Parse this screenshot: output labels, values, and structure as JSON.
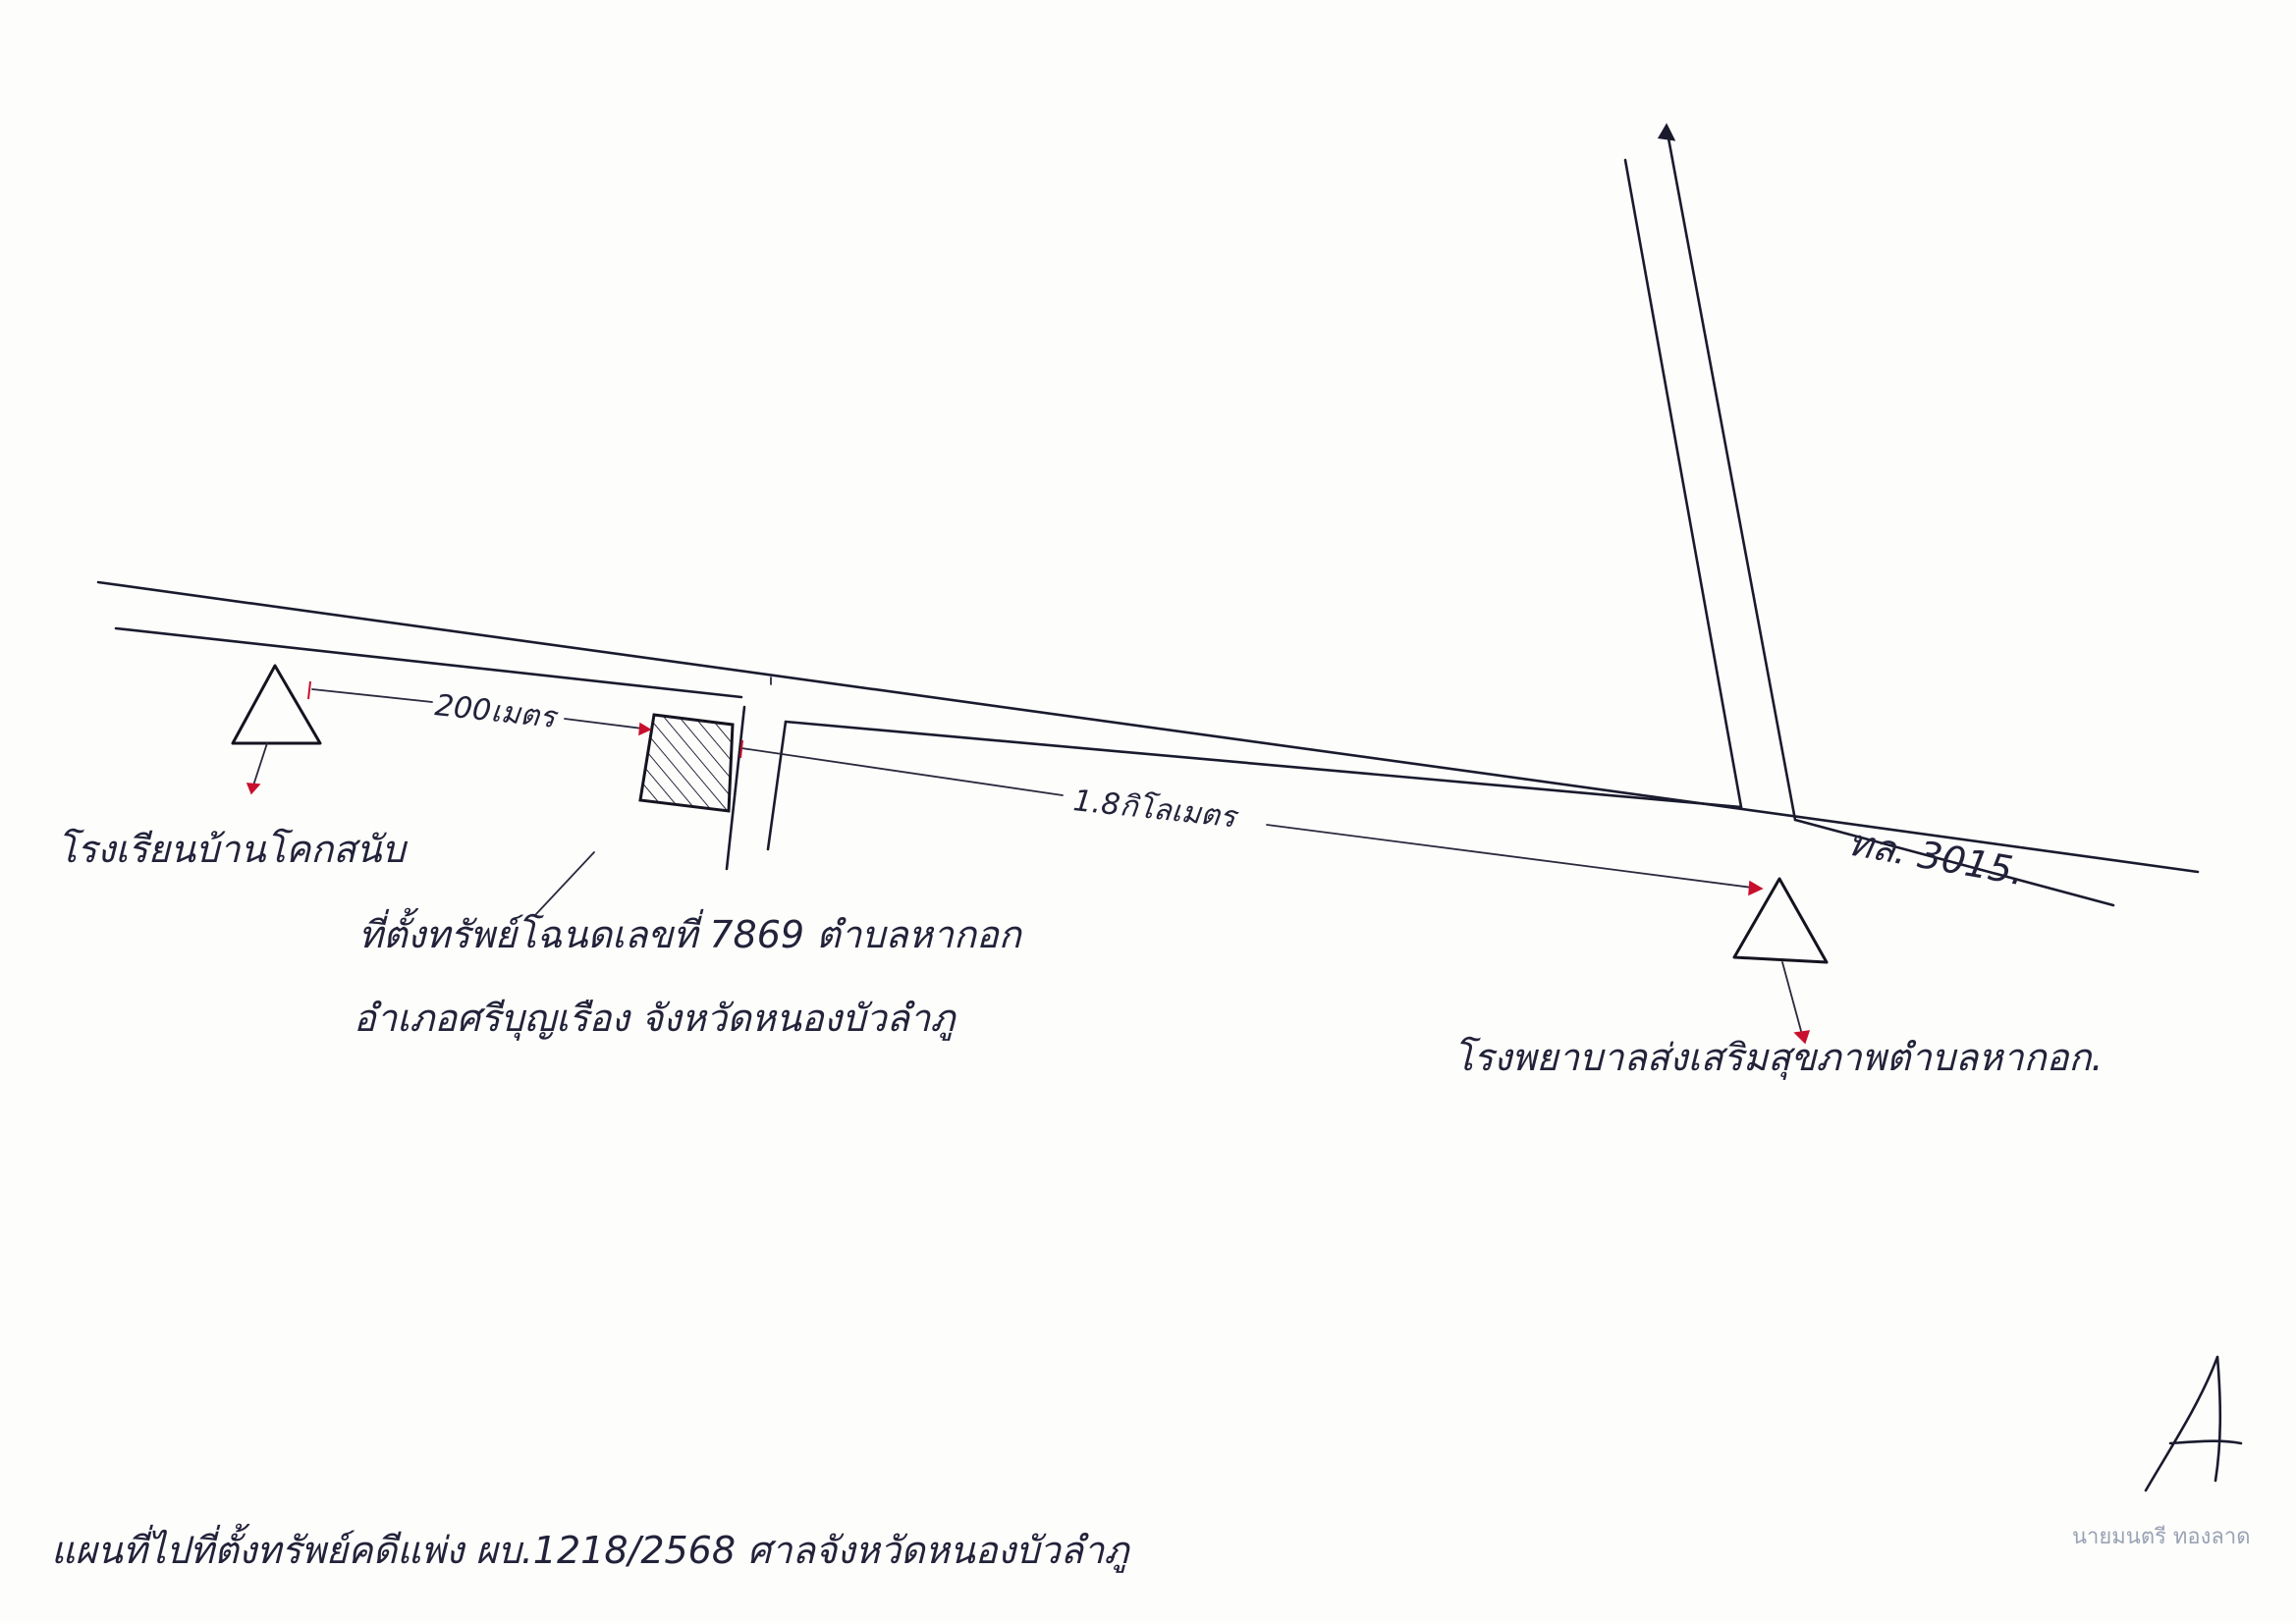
{
  "map": {
    "distance_school": "200เมตร",
    "distance_hospital": "1.8กิโลเมตร",
    "road_code": "ทล. 3015.",
    "school_label": "โรงเรียนบ้านโคกสนับ",
    "property_line1": "ที่ตั้งทรัพย์โฉนดเลขที่ 7869 ตำบลหากอก",
    "property_line2": "อำเภอศรีบุญเรือง จังหวัดหนองบัวลำภู",
    "hospital_label": "โรงพยาบาลส่งเสริมสุขภาพตำบลหากอก.",
    "footer_caption": "แผนที่ไปที่ตั้งทรัพย์คดีแพ่ง ผบ.1218/2568 ศาลจังหวัดหนองบัวลำภู",
    "stamp_text": "นายมนตรี ทองลาด"
  },
  "colors": {
    "ink": "#1a1a2e",
    "arrow": "#c8102e",
    "paper": "#fdfdfb"
  }
}
